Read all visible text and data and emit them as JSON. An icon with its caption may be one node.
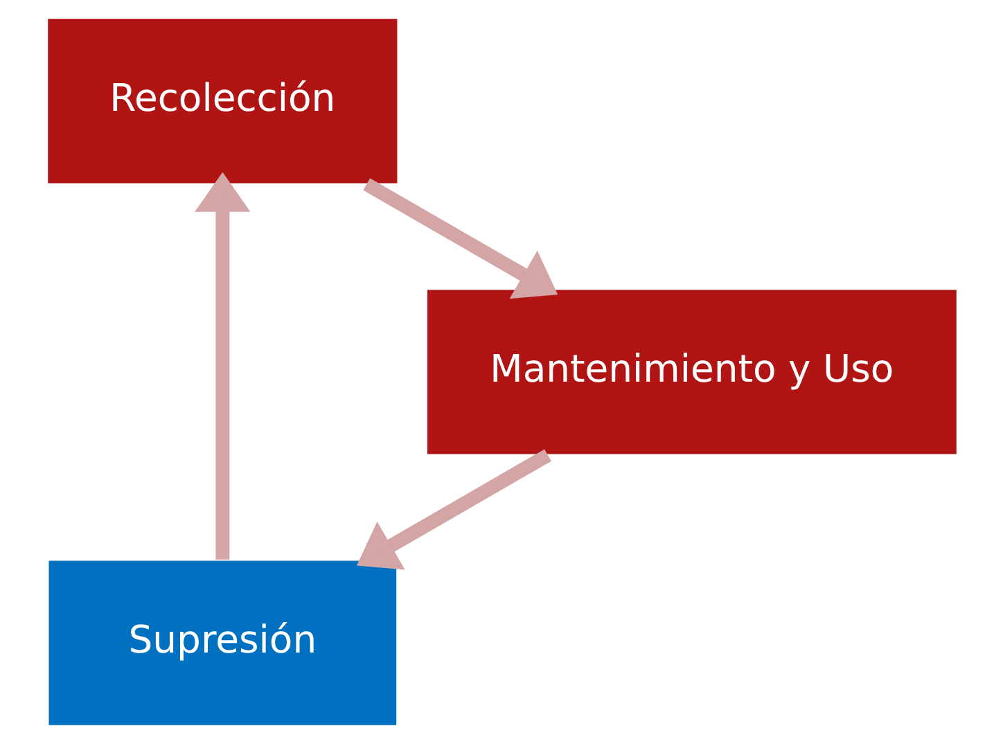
{
  "diagram": {
    "nodes": [
      {
        "text": [
          "Supresión"
        ]
      },
      {
        "text": [
          "Recolección"
        ]
      },
      {
        "text": [
          "Mantenimiento y Uso"
        ]
      }
    ],
    "edges": [
      {
        "from": 0,
        "to": 1,
        "arrow": "to"
      },
      {
        "from": 1,
        "to": 2,
        "arrow": "to"
      },
      {
        "from": 2,
        "to": 0,
        "arrow": "to"
      }
    ]
  }
}
